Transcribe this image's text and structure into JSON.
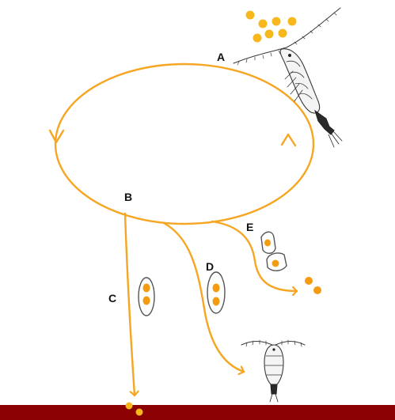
{
  "labels": {
    "a": "A",
    "b": "B",
    "c": "C",
    "d": "D",
    "e": "E"
  },
  "colors": {
    "flow_orange": "#f5a623",
    "particle_yellow": "#f6b81c",
    "particle_orange": "#f39c12",
    "seafloor": "#8b0000",
    "outline": "#555555",
    "organism": "#3a3a3a"
  },
  "icons": {
    "copepod_large": "copepod-icon",
    "copepod_small": "copepod-icon",
    "fecal_pellet": "pellet-icon",
    "particle": "particle-dot-icon"
  }
}
